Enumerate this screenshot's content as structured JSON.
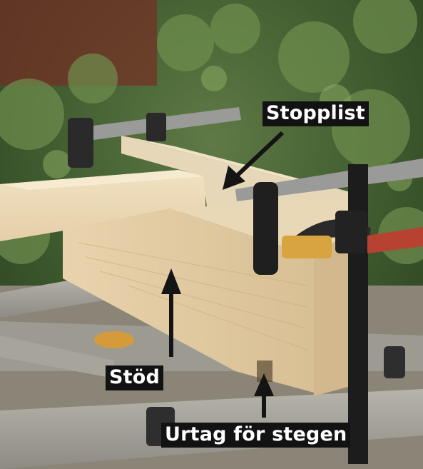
{
  "labels": {
    "stopplist": "Stopplist",
    "stod": "Stöd",
    "urtag": "Urtag för stegen"
  },
  "colors": {
    "label_background": "#121212",
    "label_text": "#ffffff",
    "arrow": "#141414"
  }
}
